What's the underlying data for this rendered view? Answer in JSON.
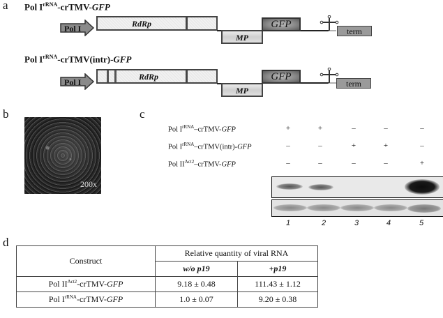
{
  "panels": {
    "a": {
      "letter": "a",
      "constructs": [
        {
          "title_prefix": "Pol I",
          "title_sup": "rRNA",
          "title_mid": "-crTMV-",
          "title_italic": "GFP",
          "promoter_label": "Pol I",
          "rdrp_label": "RdRp",
          "mp_label": "MP",
          "gfp_label": "GFP",
          "term_label": "term",
          "has_introns": false
        },
        {
          "title_prefix": "Pol I",
          "title_sup": "rRNA",
          "title_mid": "-crTMV(intr)-",
          "title_italic": "GFP",
          "promoter_label": "Pol I",
          "rdrp_label": "RdRp",
          "mp_label": "MP",
          "gfp_label": "GFP",
          "term_label": "term",
          "has_introns": true
        }
      ]
    },
    "b": {
      "letter": "b",
      "magnification": "200x"
    },
    "c": {
      "letter": "c",
      "rows": [
        {
          "prefix": "Pol I",
          "sup": "rRNA",
          "mid": "–crTMV-",
          "italic": "GFP",
          "signs": [
            "+",
            "+",
            "–",
            "–",
            "–"
          ]
        },
        {
          "prefix": "Pol I",
          "sup": "rRNA",
          "mid": "–crTMV(intr)-",
          "italic": "GFP",
          "signs": [
            "–",
            "–",
            "+",
            "+",
            "–"
          ]
        },
        {
          "prefix": "Pol II",
          "sup": "Act2",
          "mid": "–crTMV-",
          "italic": "GFP",
          "signs": [
            "–",
            "–",
            "–",
            "–",
            "+"
          ]
        }
      ],
      "lanes": [
        "1",
        "2",
        "3",
        "4",
        "5"
      ]
    },
    "d": {
      "letter": "d",
      "header_construct": "Construct",
      "header_group": "Relative quantity of viral RNA",
      "header_col1": "w/o p19",
      "header_col2": "+p19",
      "rows": [
        {
          "prefix": "Pol II",
          "sup": "Act2",
          "mid": "-crTMV-",
          "italic": "GFP",
          "wo_p19": "9.18 ± 0.48",
          "p19": "111.43 ± 1.12"
        },
        {
          "prefix": "Pol I",
          "sup": "rRNA",
          "mid": "-crTMV-",
          "italic": "GFP",
          "wo_p19": "1.0 ± 0.07",
          "p19": "9.20 ± 0.38"
        }
      ]
    }
  }
}
